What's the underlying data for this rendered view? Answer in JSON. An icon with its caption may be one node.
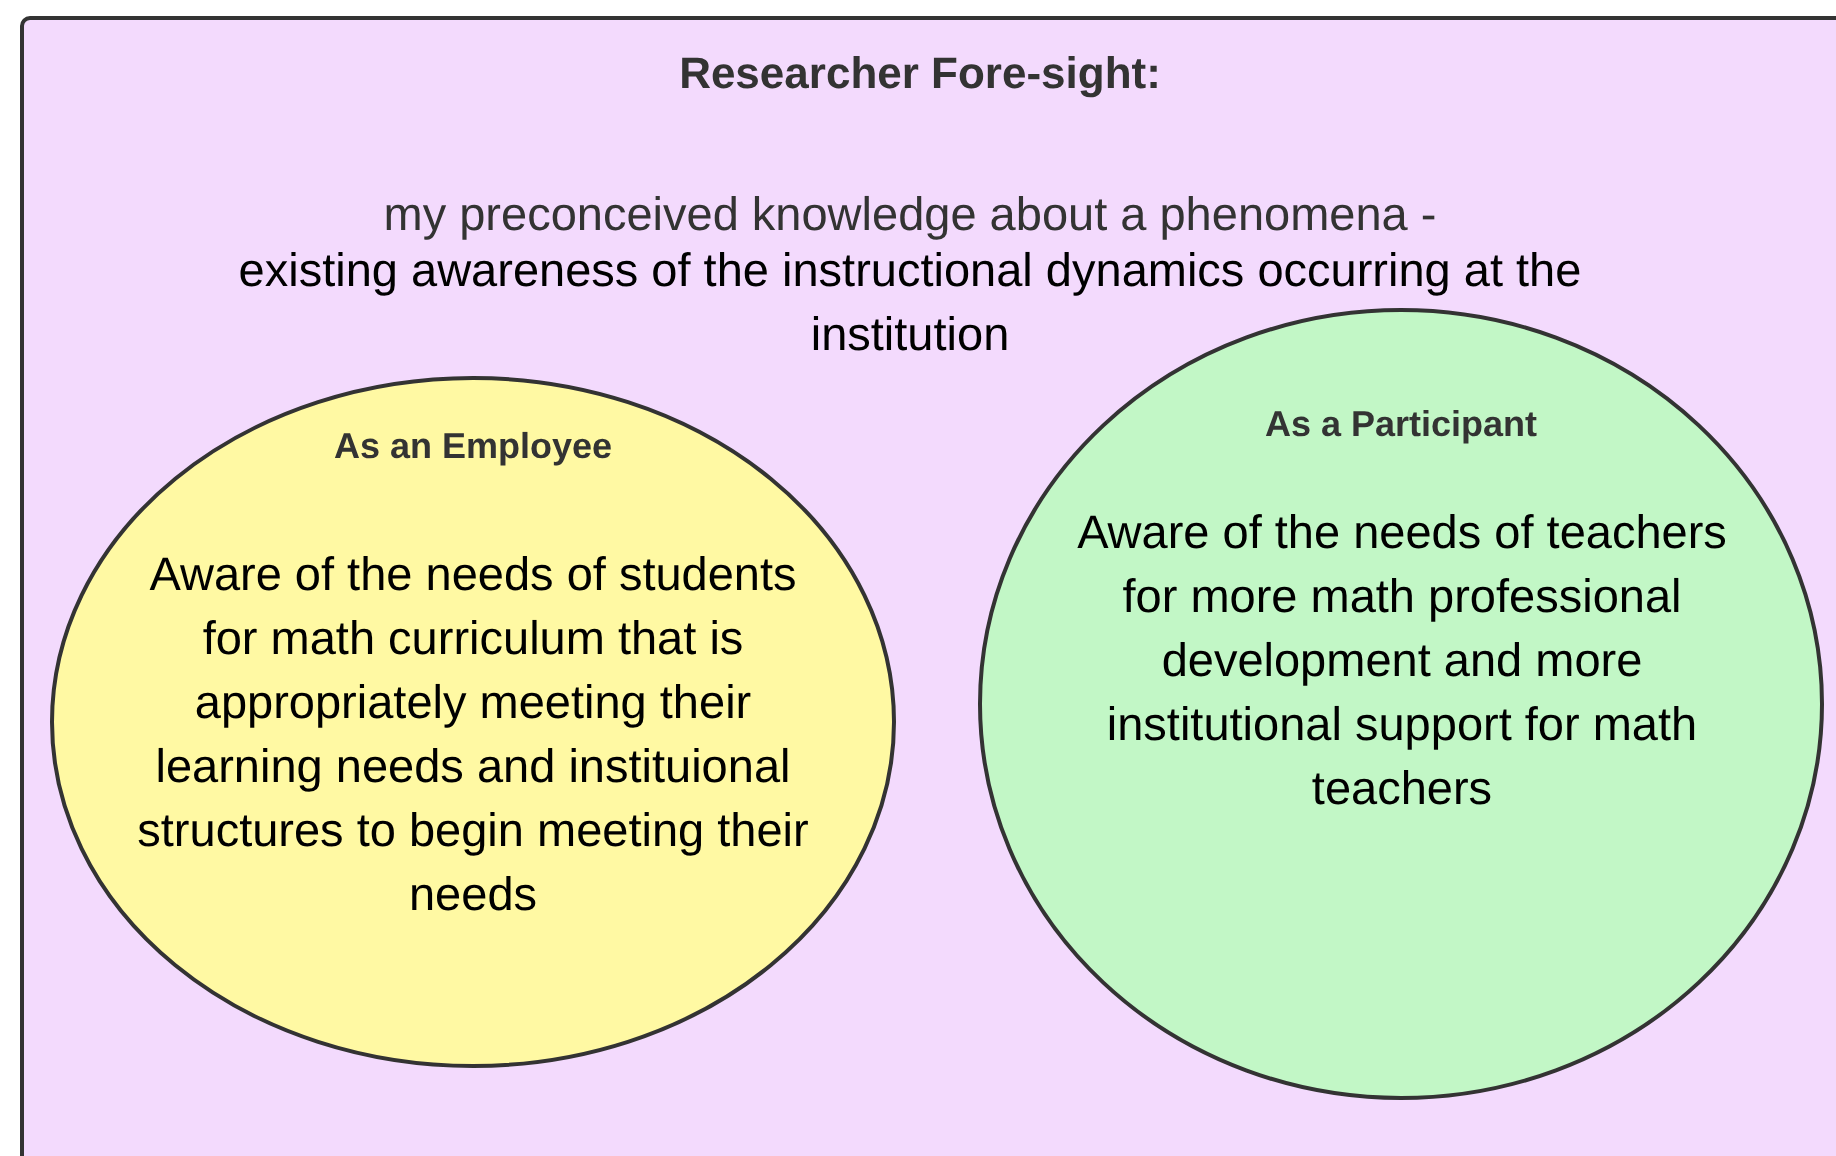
{
  "diagram": {
    "nodes": [
      {
        "text": [
          "Researcher Fore-sight:",
          "my preconceived knowledge about a phenomena -",
          "existing awareness of the instructional dynamics occurring at the institution"
        ]
      },
      {
        "text": [
          "As an Employee",
          "Aware of the needs of students for math curriculum that is appropriately meeting their learning needs and instituional structures to begin meeting their needs"
        ],
        "in": 0
      },
      {
        "text": [
          "As a Participant",
          "Aware of the needs of teachers for more math professional development and more institutional support for math teachers"
        ],
        "in": 0
      }
    ]
  }
}
